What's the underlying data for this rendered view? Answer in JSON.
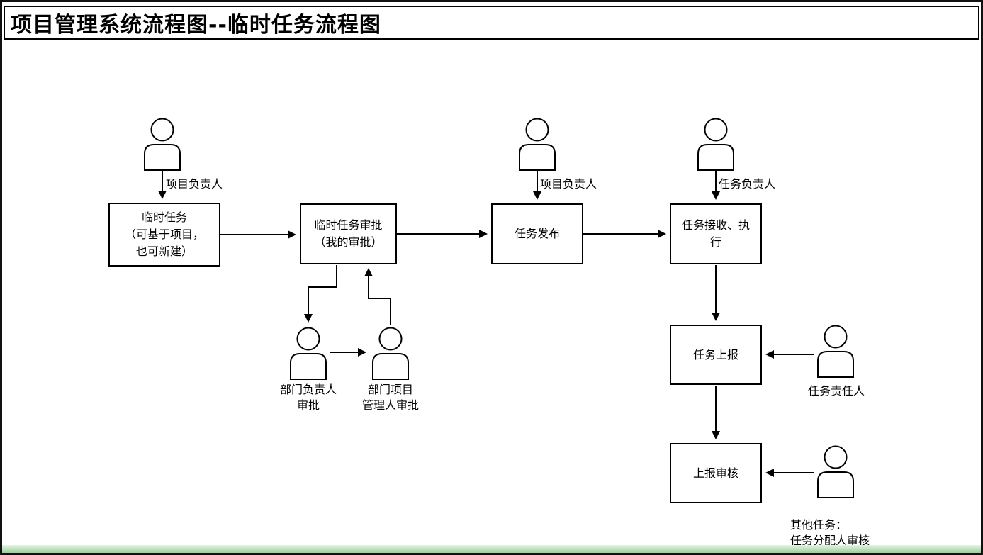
{
  "title": "项目管理系统流程图--临时任务流程图",
  "boxes": {
    "temp_task": "临时任务\n（可基于项目，\n也可新建）",
    "approval": "临时任务审批\n（我的审批）",
    "publish": "任务发布",
    "receive": "任务接收、执\n行",
    "report": "任务上报",
    "review": "上报审核"
  },
  "actors": {
    "project_leader_1": "项目负责人",
    "project_leader_2": "项目负责人",
    "task_leader": "任务负责人",
    "dept_leader": "部门负责人\n审批",
    "dept_pm": "部门项目\n管理人审批",
    "task_owner": "任务责任人",
    "other_task": "其他任务：\n任务分配人审核"
  },
  "colors": {
    "line": "#000000",
    "background": "#ffffff",
    "bottom_strip": "#9ccf9c"
  }
}
